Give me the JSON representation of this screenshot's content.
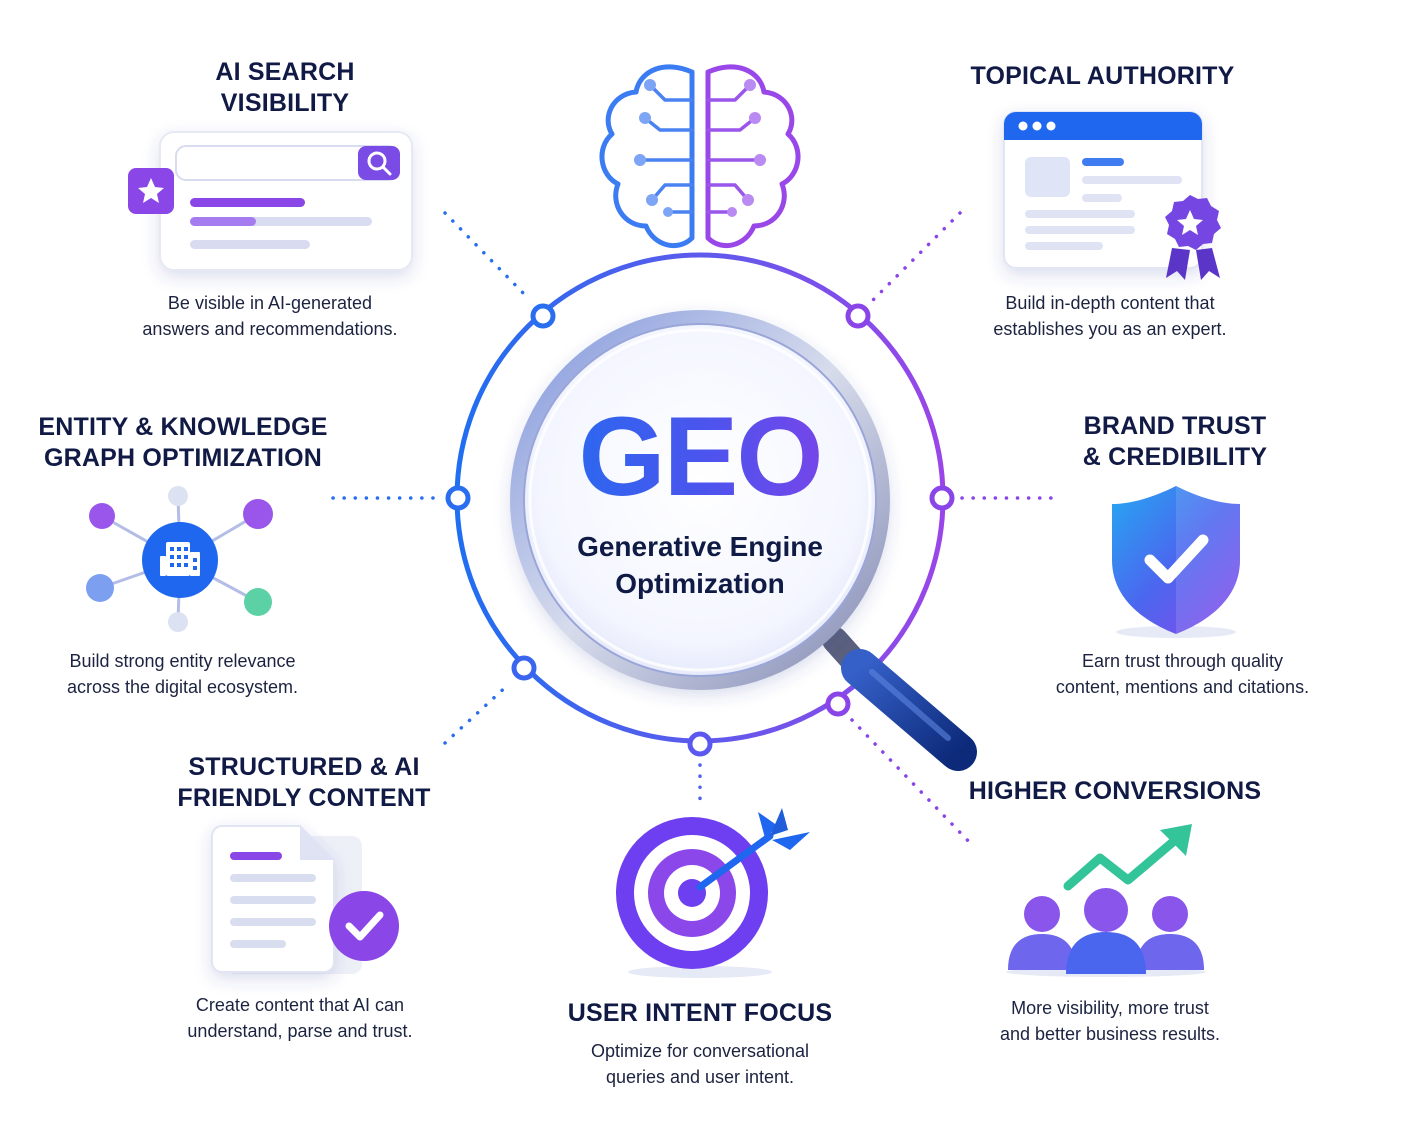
{
  "center": {
    "acronym": "GEO",
    "subtitle": "Generative Engine\nOptimization"
  },
  "features": [
    {
      "title": "AI SEARCH\nVISIBILITY",
      "description": "Be visible in AI-generated\nanswers and recommendations.",
      "icon": "search-results-icon"
    },
    {
      "title": "TOPICAL AUTHORITY",
      "description": "Build in-depth content that\nestablishes you as an expert.",
      "icon": "webpage-award-icon"
    },
    {
      "title": "ENTITY & KNOWLEDGE\nGRAPH OPTIMIZATION",
      "description": "Build strong entity relevance\nacross the digital ecosystem.",
      "icon": "knowledge-graph-icon"
    },
    {
      "title": "BRAND TRUST\n& CREDIBILITY",
      "description": "Earn trust through quality\ncontent, mentions and citations.",
      "icon": "shield-check-icon"
    },
    {
      "title": "STRUCTURED & AI\nFRIENDLY CONTENT",
      "description": "Create content that AI can\nunderstand, parse and trust.",
      "icon": "document-check-icon"
    },
    {
      "title": "USER INTENT FOCUS",
      "description": "Optimize for conversational\nqueries and user intent.",
      "icon": "target-arrow-icon"
    },
    {
      "title": "HIGHER CONVERSIONS",
      "description": "More visibility, more trust\nand better business results.",
      "icon": "growth-people-icon"
    }
  ],
  "colors": {
    "blue": "#1f6ff0",
    "purple": "#8a3ee8",
    "navy": "#101a45",
    "green": "#34c49a"
  },
  "decor_icons": [
    "brain-circuit-icon",
    "magnifying-glass-icon"
  ]
}
